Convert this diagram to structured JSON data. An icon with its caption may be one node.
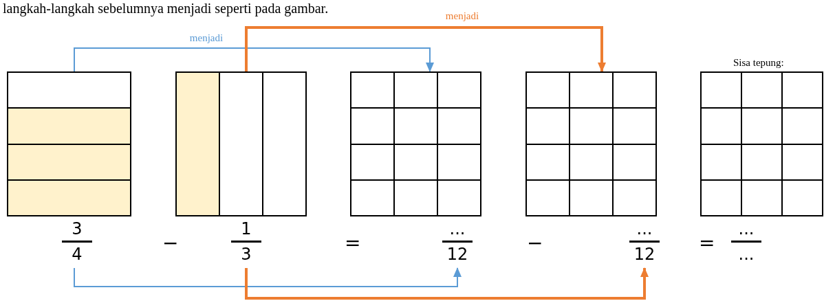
{
  "diagram": {
    "nodes": [
      {
        "text": [],
        "shape": "box"
      },
      {
        "text": [],
        "shape": "box"
      },
      {
        "text": [],
        "shape": "box"
      },
      {
        "text": [],
        "shape": "box"
      },
      {
        "text": [
          "Sisa tepung:"
        ]
      },
      {
        "text": [
          "3",
          "4"
        ]
      },
      {
        "text": [
          "1",
          "3"
        ]
      },
      {
        "text": [
          "...",
          "12"
        ]
      },
      {
        "text": [
          "...",
          "12"
        ]
      },
      {
        "text": [
          "...",
          "..."
        ]
      }
    ],
    "edges": [
      {
        "from": 0,
        "to": 2,
        "arrow": "to",
        "label": "menjadi",
        "color": "#5b9bd5"
      },
      {
        "from": 1,
        "to": 3,
        "arrow": "to",
        "label": "menjadi",
        "color": "#ed7d31",
        "style": "thick"
      },
      {
        "from": 5,
        "to": 7,
        "arrow": "to",
        "color": "#5b9bd5"
      },
      {
        "from": 6,
        "to": 8,
        "arrow": "to",
        "color": "#ed7d31",
        "style": "thick"
      }
    ],
    "labels": [
      "langkah-langkah sebelumnya menjadi seperti pada gambar.",
      "−",
      "=",
      "−",
      "="
    ]
  }
}
